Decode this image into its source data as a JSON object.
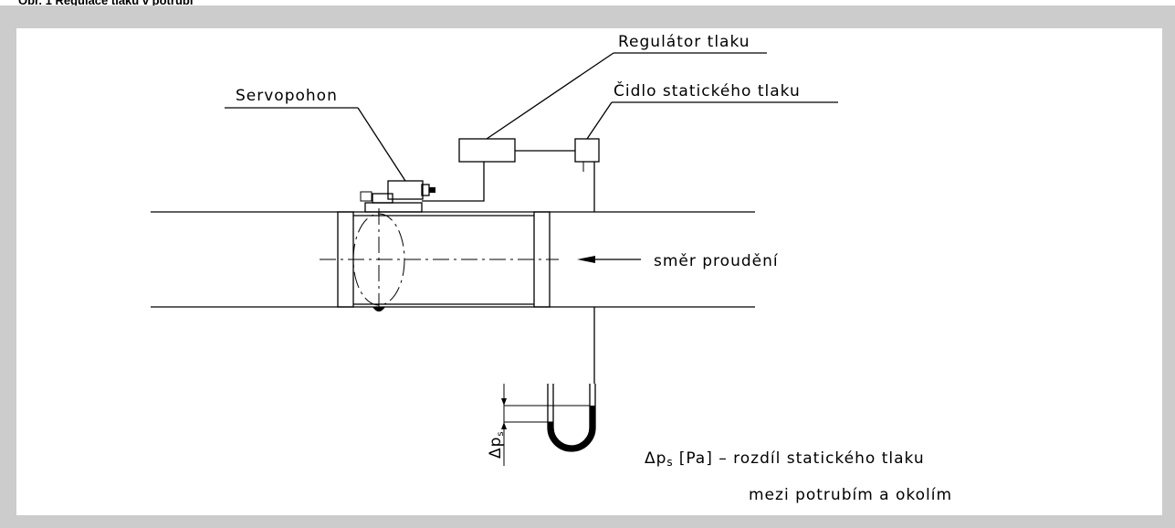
{
  "figure": {
    "caption": "Obr. 1 Regulace tlaku v potrubí"
  },
  "labels": {
    "regulator": "Regulátor tlaku",
    "servopohon": "Servopohon",
    "sensor": "Čidlo statického tlaku",
    "flow_direction": "směr proudění",
    "dp_axis": "Δp",
    "dp_axis_sub": "s",
    "legend_symbol": "Δp",
    "legend_sub": "s",
    "legend_line1": "[Pa] – rozdíl statického tlaku",
    "legend_line2": "mezi potrubím a okolím"
  }
}
